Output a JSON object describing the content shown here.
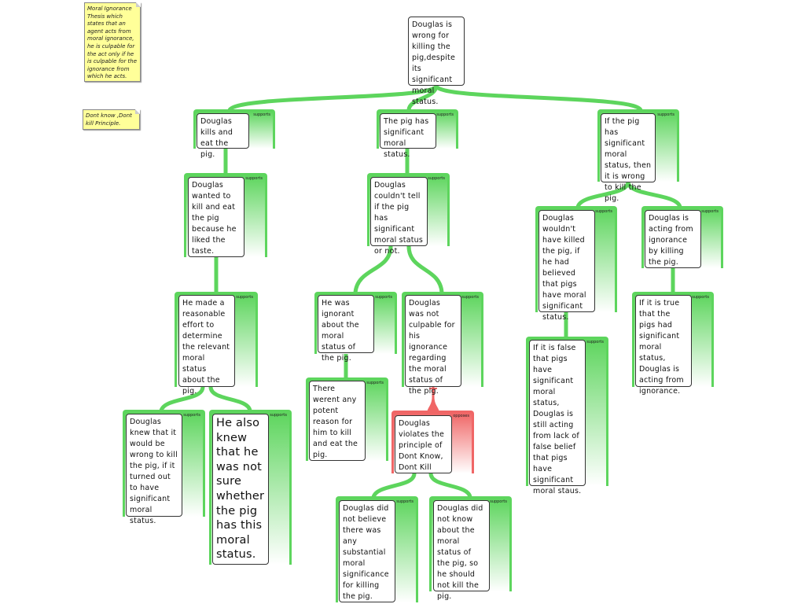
{
  "notes": [
    "Moral Ignorance Thesis which states that an agent acts from moral ignorance, he is culpable for the act only if he is culpable for the ignorance from which he acts.",
    "Dont know ,Dont kill Principle."
  ],
  "root": "Douglas is wrong for killing the pig,despite its significant moral status.",
  "relations": {
    "supports": "supports",
    "opposes": "opposes"
  },
  "nodes": {
    "n1": "Douglas kills and eat the pig.",
    "n2": "The pig has significant moral status.",
    "n3": "If the pig has significant moral status, then it is wrong to kill the pig.",
    "n4": "Douglas wanted to kill and eat the pig because he liked the taste.",
    "n5": "Douglas couldn't tell if the pig has significant moral status or not.",
    "n6": "Douglas wouldn't have killed the pig, if he had believed that pigs have moral significant status.",
    "n7": "Douglas is acting from ignorance by killing the pig.",
    "n8": "He made a reasonable effort to determine the relevant moral status about the pig.",
    "n9": "He was ignorant about the moral status of the pig.",
    "n10": "Douglas was not culpable for his ignorance regarding the moral status of the pig.",
    "n11": "If it is false that pigs have significant moral status, Douglas is still acting from lack of false belief that pigs have significant moral staus.",
    "n12": "If it is true that the pigs had significant moral status, Douglas is acting from ignorance.",
    "n13": "There werent any potent reason for him to kill and eat the pig.",
    "n14": "Douglas violates the principle of Dont Know, Dont Kill",
    "n15": "Douglas knew that it would be wrong to kill the pig, if it turned out to have significant moral status.",
    "n16": "He also knew that he was not sure whether the pig has this moral status.",
    "n17": "Douglas did not believe there was any substantial moral significance for killing the pig.",
    "n18": "Douglas did not know about the moral status of the pig, so he should not kill the pig."
  },
  "colors": {
    "supports": "#5dd55d",
    "opposes": "#f06666"
  }
}
